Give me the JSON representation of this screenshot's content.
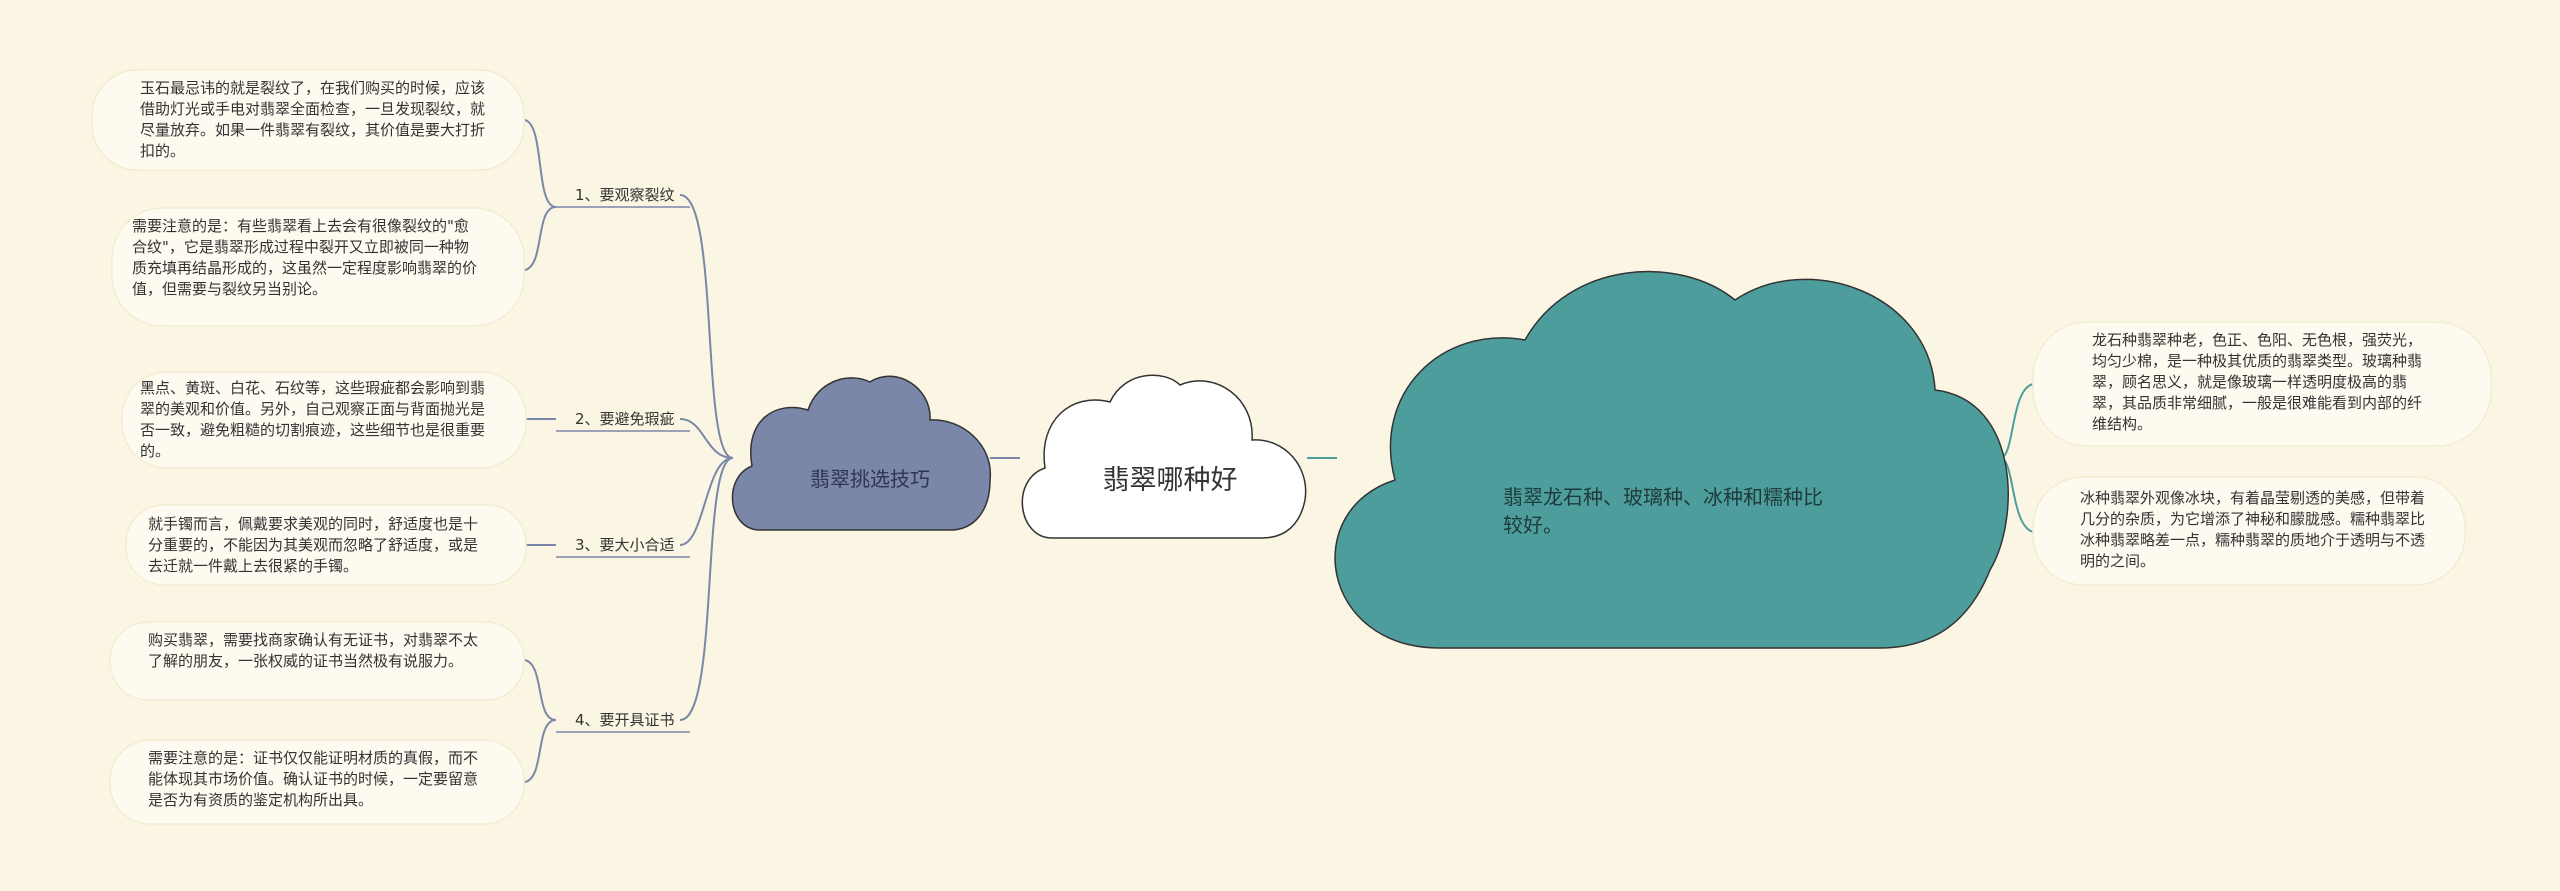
{
  "root": {
    "label": "翡翠哪种好"
  },
  "left_main": {
    "label": "翡翠挑选技巧"
  },
  "right_main": {
    "label": "翡翠龙石种、玻璃种、冰种和糯种比较好。"
  },
  "right_details": [
    "龙石种翡翠种老，色正、色阳、无色根，强荧光，均匀少棉，是一种极其优质的翡翠类型。玻璃种翡翠，顾名思义，就是像玻璃一样透明度极高的翡翠，其品质非常细腻，一般是很难能看到内部的纤维结构。",
    "冰种翡翠外观像冰块，有着晶莹剔透的美感，但带着几分的杂质，为它增添了神秘和朦胧感。糯种翡翠比冰种翡翠略差一点，糯种翡翠的质地介于透明与不透明的之间。"
  ],
  "branches": [
    {
      "label": "1、要观察裂纹",
      "details": [
        "玉石最忌讳的就是裂纹了，在我们购买的时候，应该借助灯光或手电对翡翠全面检查，一旦发现裂纹，就尽量放弃。如果一件翡翠有裂纹，其价值是要大打折扣的。",
        "需要注意的是：有些翡翠看上去会有很像裂纹的\"愈合纹\"，它是翡翠形成过程中裂开又立即被同一种物质充填再结晶形成的，这虽然一定程度影响翡翠的价值，但需要与裂纹另当别论。"
      ]
    },
    {
      "label": "2、要避免瑕疵",
      "details": [
        "黑点、黄斑、白花、石纹等，这些瑕疵都会影响到翡翠的美观和价值。另外，自己观察正面与背面抛光是否一致，避免粗糙的切割痕迹，这些细节也是很重要的。"
      ]
    },
    {
      "label": "3、要大小合适",
      "details": [
        "就手镯而言，佩戴要求美观的同时，舒适度也是十分重要的，不能因为其美观而忽略了舒适度，或是去迁就一件戴上去很紧的手镯。"
      ]
    },
    {
      "label": "4、要开具证书",
      "details": [
        "购买翡翠，需要找商家确认有无证书，对翡翠不太了解的朋友，一张权威的证书当然极有说服力。",
        "需要注意的是：证书仅仅能证明材质的真假，而不能体现其市场价值。确认证书的时候，一定要留意是否为有资质的鉴定机构所出具。"
      ]
    }
  ],
  "colors": {
    "background": "#fbf6e3",
    "root_fill": "#ffffff",
    "left_cloud": "#7b87a8",
    "right_cloud": "#4e9d9d",
    "left_lines": "#7b87a8",
    "right_lines": "#4e9d9d",
    "detail_fill": "#fdfaf0"
  }
}
